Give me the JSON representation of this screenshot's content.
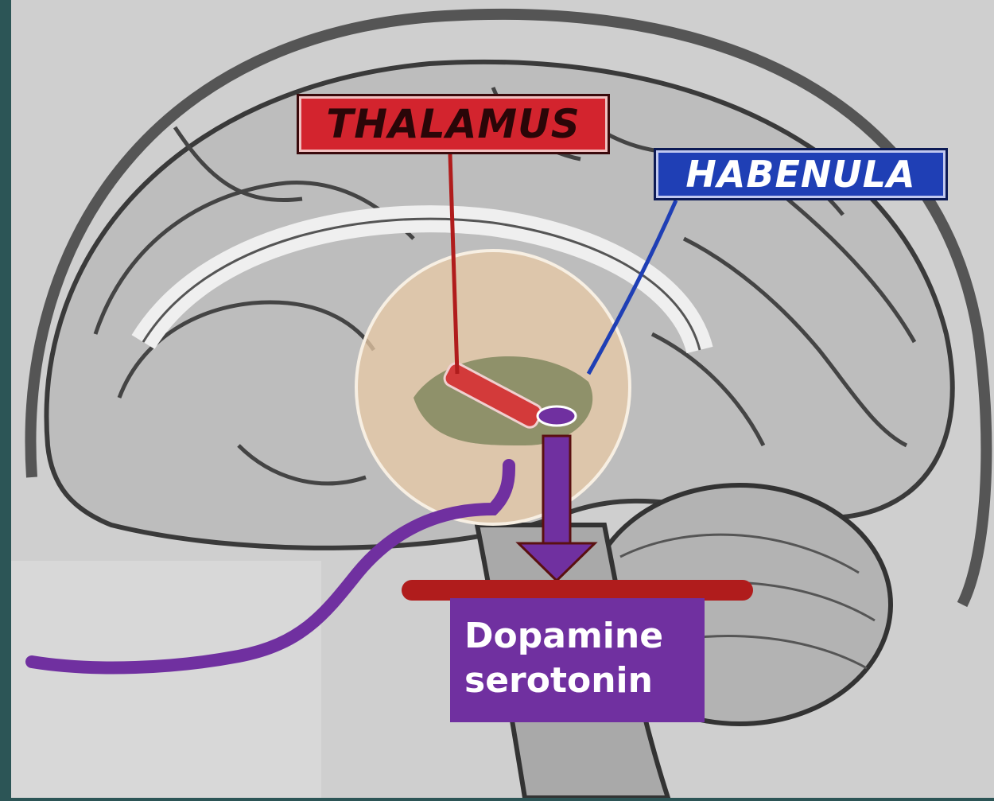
{
  "labels": {
    "thalamus": "THALAMUS",
    "habenula": "HABENULA"
  },
  "neurotransmitters": {
    "line1": "Dopamine",
    "line2": "serotonin"
  },
  "colors": {
    "slide_background": "#2c5556",
    "thalamus_label": "#d3242e",
    "habenula_label": "#1f3fb5",
    "arrow_purple": "#7030a0",
    "bar_red": "#b01c1c",
    "highlight_circle": "#e8c9a6"
  }
}
